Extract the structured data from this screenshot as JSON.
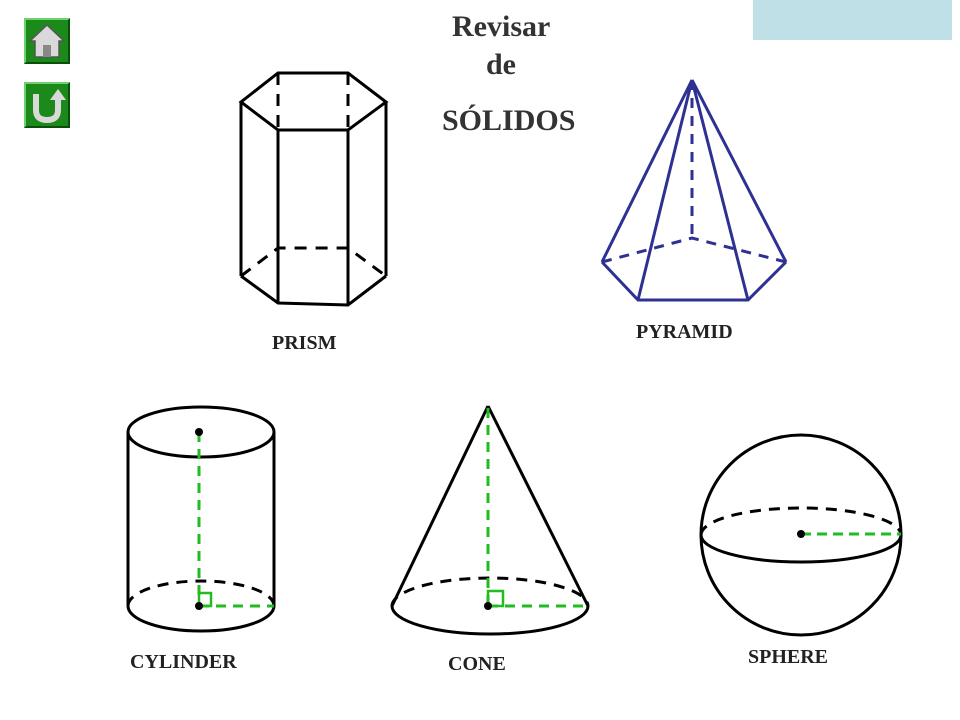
{
  "title": {
    "line1": "Revisar",
    "line2": "de",
    "line3": "SÓLIDOS"
  },
  "nav": {
    "home_icon": "house-icon",
    "back_icon": "u-turn-arrow-icon"
  },
  "solids": {
    "prism": "PRISM",
    "pyramid": "PYRAMID",
    "cylinder": "CYLINDER",
    "cone": "CONE",
    "sphere": "SPHERE"
  },
  "colors": {
    "nav_button": "#1b8a1b",
    "top_box": "#bfe0e6",
    "pyramid_stroke": "#2e3192",
    "measure_dash": "#22bb22",
    "outline": "#000000"
  }
}
